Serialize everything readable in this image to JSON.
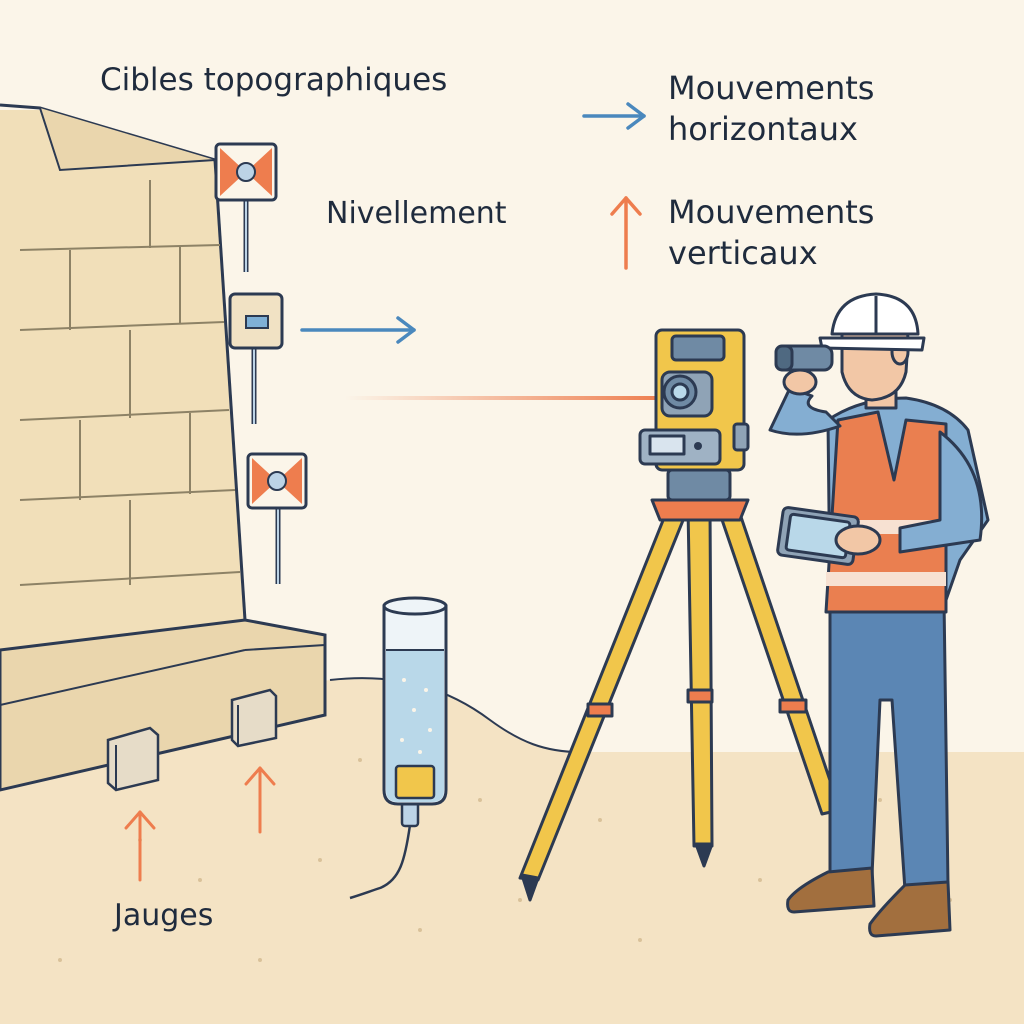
{
  "labels": {
    "survey_targets": "Cibles topographiques",
    "leveling": "Nivellement",
    "gauges": "Jauges"
  },
  "legend": {
    "horizontal": {
      "line1": "Mouvements",
      "line2": "horizontaux",
      "color": "#4a88bd",
      "icon": "arrow-right-icon"
    },
    "vertical": {
      "line1": "Mouvements",
      "line2": "verticaux",
      "color": "#ee7d4e",
      "icon": "arrow-up-icon"
    }
  },
  "colors": {
    "background": "#fbf5e9",
    "wall": "#f1dfb9",
    "ground": "#f4e3c4",
    "outline": "#2c3a52",
    "instrument": "#f1c64b",
    "vest": "#ea7f50",
    "water": "#b9d8e9",
    "laser": "#ee7d4e"
  },
  "icons": [
    "reflective-target-icon",
    "prism-target-icon",
    "total-station-icon",
    "tripod-icon",
    "water-level-gauge-icon",
    "crack-gauge-icon",
    "surveyor-figure",
    "tablet-icon",
    "hard-hat-icon"
  ]
}
